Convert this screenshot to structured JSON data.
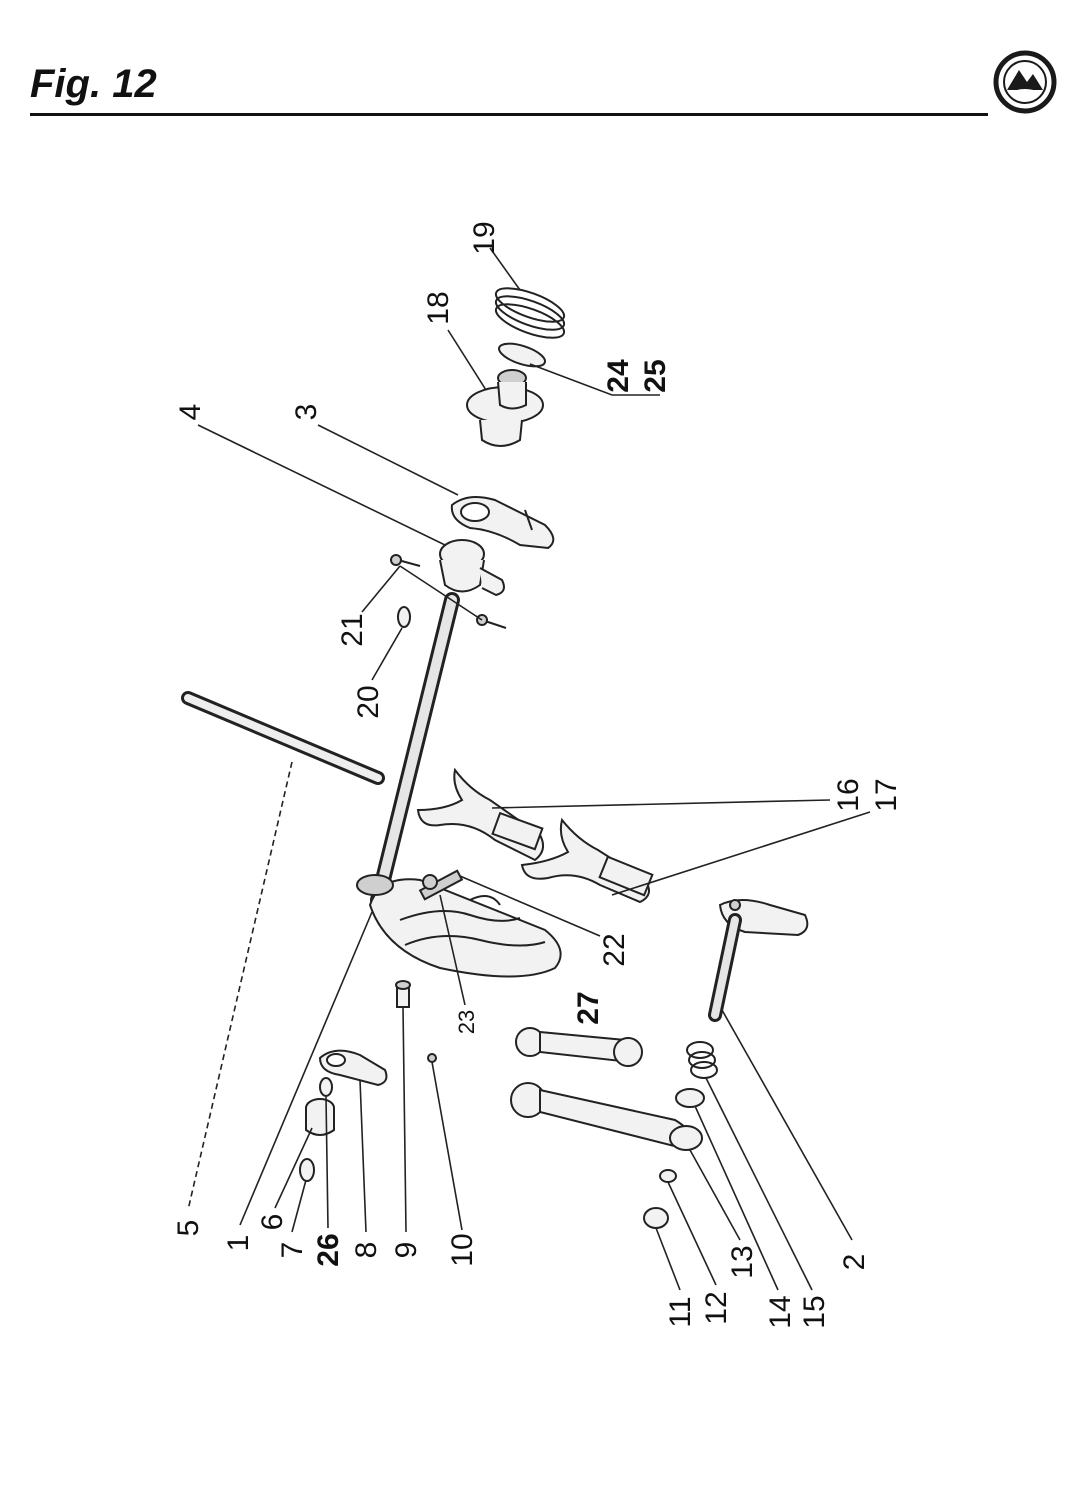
{
  "header": {
    "title": "Fig. 12"
  },
  "logo": {
    "icon": "brand-seal-icon",
    "color": "#1a1a1a"
  },
  "callouts": {
    "n1": "1",
    "n2": "2",
    "n3": "3",
    "n4": "4",
    "n5": "5",
    "n6": "6",
    "n7": "7",
    "n8": "8",
    "n9": "9",
    "n10": "10",
    "n11": "11",
    "n12": "12",
    "n13": "13",
    "n14": "14",
    "n15": "15",
    "n16": "16",
    "n17": "17",
    "n18": "18",
    "n19": "19",
    "n20": "20",
    "n21": "21",
    "n22": "22",
    "n23": "23",
    "n24": "24",
    "n25": "25",
    "n26": "26",
    "n27": "27"
  }
}
